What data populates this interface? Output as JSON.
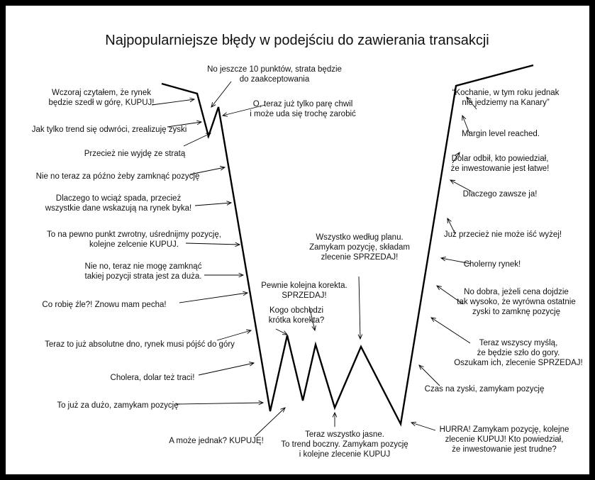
{
  "title": "Najpopularniejsze błędy w podejściu do  zawierania transakcji",
  "colors": {
    "frame": "#000000",
    "background": "#ffffff",
    "line": "#000000",
    "text": "#111111"
  },
  "labels": [
    {
      "id": "l01",
      "lines": [
        "No jeszcze 10 punktów, strata będzie",
        "do zaakceptowania"
      ]
    },
    {
      "id": "l02",
      "lines": [
        "Wczoraj czytałem, że rynek",
        "będzie szedł w górę, KUPUJ!"
      ]
    },
    {
      "id": "l03",
      "lines": [
        "O, teraz już tylko parę chwil",
        "i może uda się trochę zarobić"
      ]
    },
    {
      "id": "l04",
      "lines": [
        "Jak tylko trend się odwróci, zrealizuję zyski"
      ]
    },
    {
      "id": "l05",
      "lines": [
        "Przecież nie wyjdę ze stratą"
      ]
    },
    {
      "id": "l06",
      "lines": [
        "Nie no teraz za późno żeby zamknąć pozycję"
      ]
    },
    {
      "id": "l07",
      "lines": [
        "Dlaczego to wciąż spada, przecież",
        "wszystkie dane wskazują na rynek byka!"
      ]
    },
    {
      "id": "l08",
      "lines": [
        "To na pewno punkt zwrotny, uśrednijmy pozycję,",
        "kolejne zelcenie KUPUJ."
      ]
    },
    {
      "id": "l09",
      "lines": [
        "Nie no, teraz nie mogę zamknąć",
        "takiej pozycji strata jest za duża."
      ]
    },
    {
      "id": "l10",
      "lines": [
        "Co robię źle?! Znowu mam pecha!"
      ]
    },
    {
      "id": "l11",
      "lines": [
        "Teraz to już absolutne dno, rynek musi pójść do góry"
      ]
    },
    {
      "id": "l12",
      "lines": [
        "Cholera, dolar też traci!"
      ]
    },
    {
      "id": "l13",
      "lines": [
        "To już za dużo, zamykam pozycję"
      ]
    },
    {
      "id": "l14",
      "lines": [
        "A może jednak? KUPUJĘ!"
      ]
    },
    {
      "id": "l15",
      "lines": [
        "Kogo obchodzi",
        "krótka korekta?"
      ]
    },
    {
      "id": "l16",
      "lines": [
        "Pewnie kolejna korekta.",
        "SPRZEDAJ!"
      ]
    },
    {
      "id": "l17",
      "lines": [
        "Wszystko według planu.",
        "Zamykam pozycję, składam",
        "zlecenie SPRZEDAJ!"
      ]
    },
    {
      "id": "l18",
      "lines": [
        "Teraz wszystko jasne.",
        "To trend boczny. Zamykam pozycję",
        "i kolejne zlecenie KUPUJ"
      ]
    },
    {
      "id": "l19",
      "lines": [
        "HURRA! Zamykam pozycję, kolejne",
        "zlecenie KUPUJ! Kto powiedział,",
        "że inwestowanie jest trudne?"
      ]
    },
    {
      "id": "l20",
      "lines": [
        "Czas na zyski, zamykam pozycję"
      ]
    },
    {
      "id": "l21",
      "lines": [
        "Teraz wszyscy myślą,",
        "że będzie szło do gory.",
        "Oszukam ich, zlecenie SPRZEDAJ!"
      ]
    },
    {
      "id": "l22",
      "lines": [
        "No dobra, jeżeli cena dojdzie",
        "tak wysoko, że wyrówna ostatnie",
        "zyski to zamknę pozycję"
      ]
    },
    {
      "id": "l23",
      "lines": [
        "Cholerny rynek!"
      ]
    },
    {
      "id": "l24",
      "lines": [
        "Już przecież nie może iść wyżej!"
      ]
    },
    {
      "id": "l25",
      "lines": [
        "Dlaczego zawsze ja!"
      ]
    },
    {
      "id": "l26",
      "lines": [
        "Dolar odbił, kto powiedział,",
        "że inwestowanie jest łatwe!"
      ]
    },
    {
      "id": "l27",
      "lines": [
        "Margin level reached."
      ]
    },
    {
      "id": "l28",
      "lines": [
        "“Kochanie, w tym roku jednak",
        "nie jedziemy na Kanary”"
      ]
    }
  ]
}
